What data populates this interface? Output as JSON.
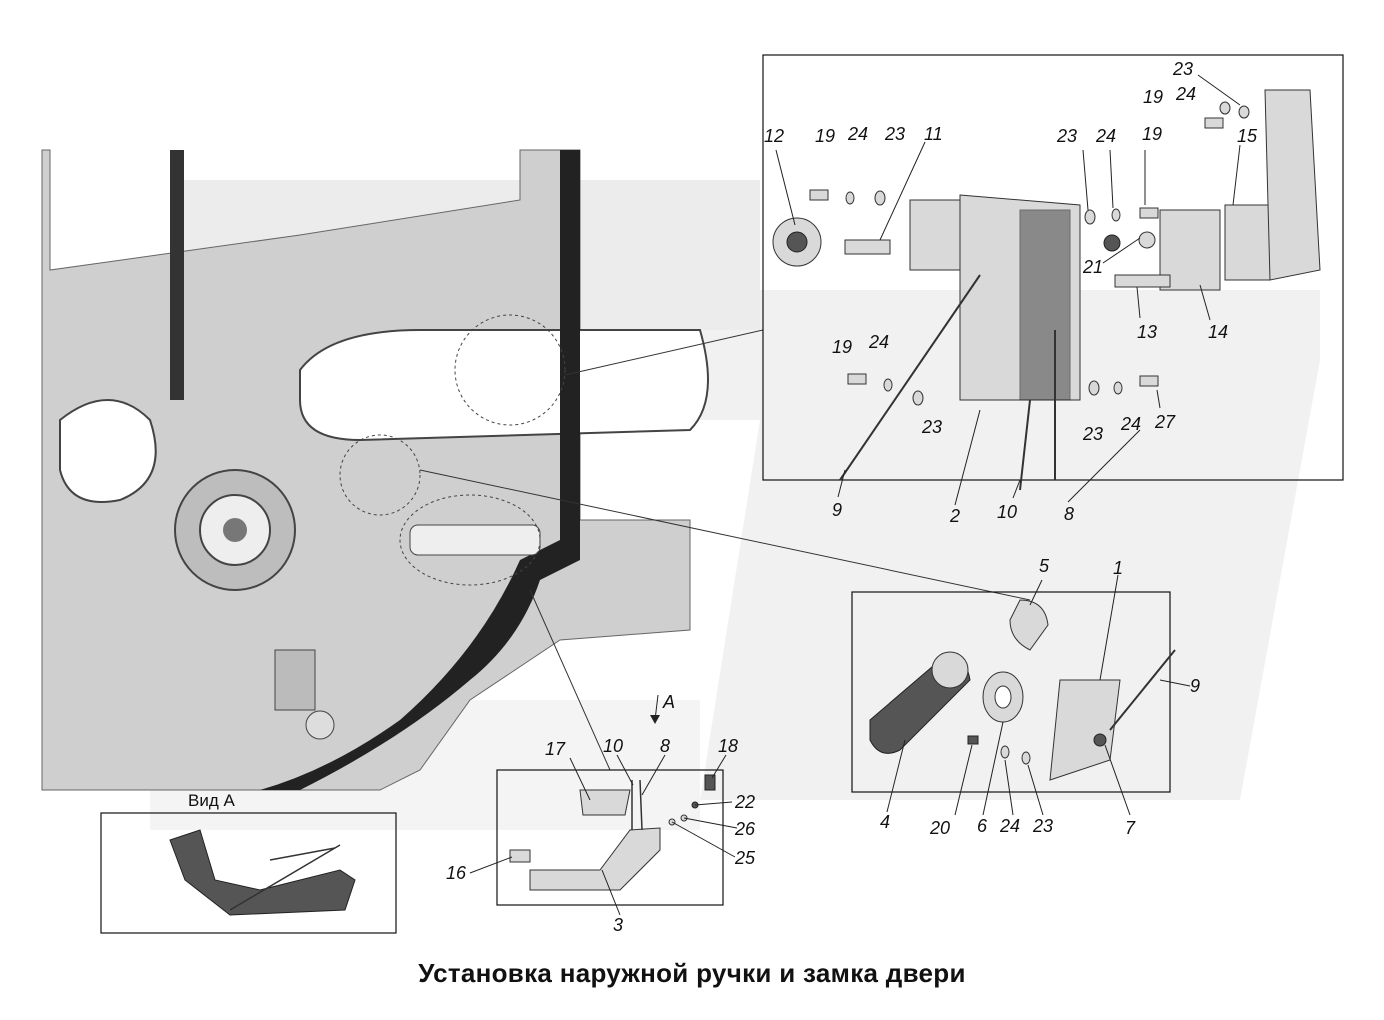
{
  "caption": "Установка наружной ручки и замка двери",
  "view_label": "Вид А",
  "view_arrow_label": "А",
  "callouts": {
    "upper_right": [
      "23",
      "19",
      "24",
      "15",
      "12",
      "19",
      "24",
      "23",
      "11",
      "23",
      "24",
      "19",
      "21",
      "13",
      "14",
      "19",
      "24",
      "23",
      "23",
      "24",
      "27",
      "9",
      "2",
      "10",
      "8"
    ],
    "middle_right": [
      "5",
      "1",
      "9",
      "4",
      "20",
      "6",
      "24",
      "23",
      "7"
    ],
    "lower_center": [
      "17",
      "10",
      "8",
      "18",
      "22",
      "26",
      "25",
      "16",
      "3"
    ]
  }
}
